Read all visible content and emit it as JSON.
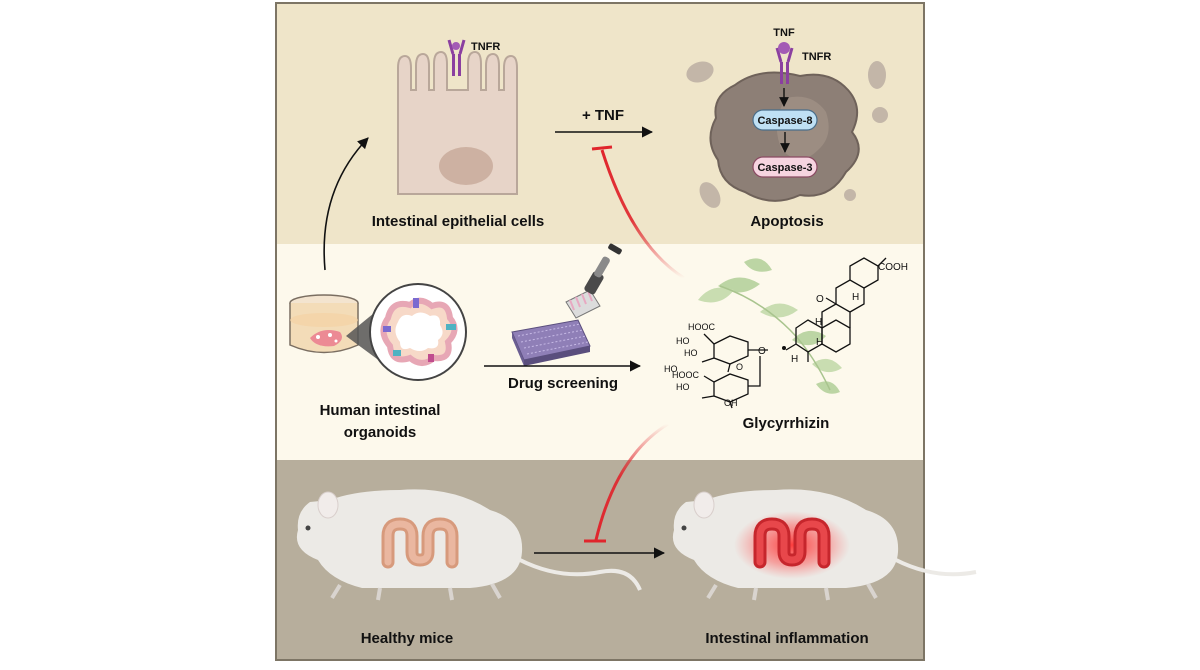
{
  "colors": {
    "top_panel": "#efe5c9",
    "middle_panel": "#fdf9ec",
    "bottom_panel": "#b7ae9c",
    "inhibition": "#e0252c",
    "receptor": "#8b3fa0",
    "caspase8": "#bfe0f4",
    "caspase3": "#f6d4e0"
  },
  "top": {
    "cell_receptor": "TNFR",
    "cell_label": "Intestinal epithelial cells",
    "treatment": "+ TNF",
    "ligand": "TNF",
    "apoptosis_receptor": "TNFR",
    "caspase8": "Caspase-8",
    "caspase3": "Caspase-3",
    "apoptosis_label": "Apoptosis"
  },
  "middle": {
    "organoids_line1": "Human intestinal",
    "organoids_line2": "organoids",
    "screening": "Drug screening",
    "compound": "Glycyrrhizin",
    "groups": {
      "cooh": "COOH",
      "o": "O",
      "h": "H",
      "hooc": "HOOC",
      "ho": "HO",
      "oh": "OH"
    }
  },
  "bottom": {
    "healthy": "Healthy mice",
    "inflamed": "Intestinal inflammation"
  },
  "icons": [
    "receptor-icon",
    "epithelial-cell-icon",
    "apoptotic-cell-icon",
    "culture-dish-icon",
    "organoid-icon",
    "pipette-icon",
    "well-plate-icon",
    "leaf-icon",
    "molecule-icon",
    "mouse-icon",
    "intestine-icon"
  ]
}
